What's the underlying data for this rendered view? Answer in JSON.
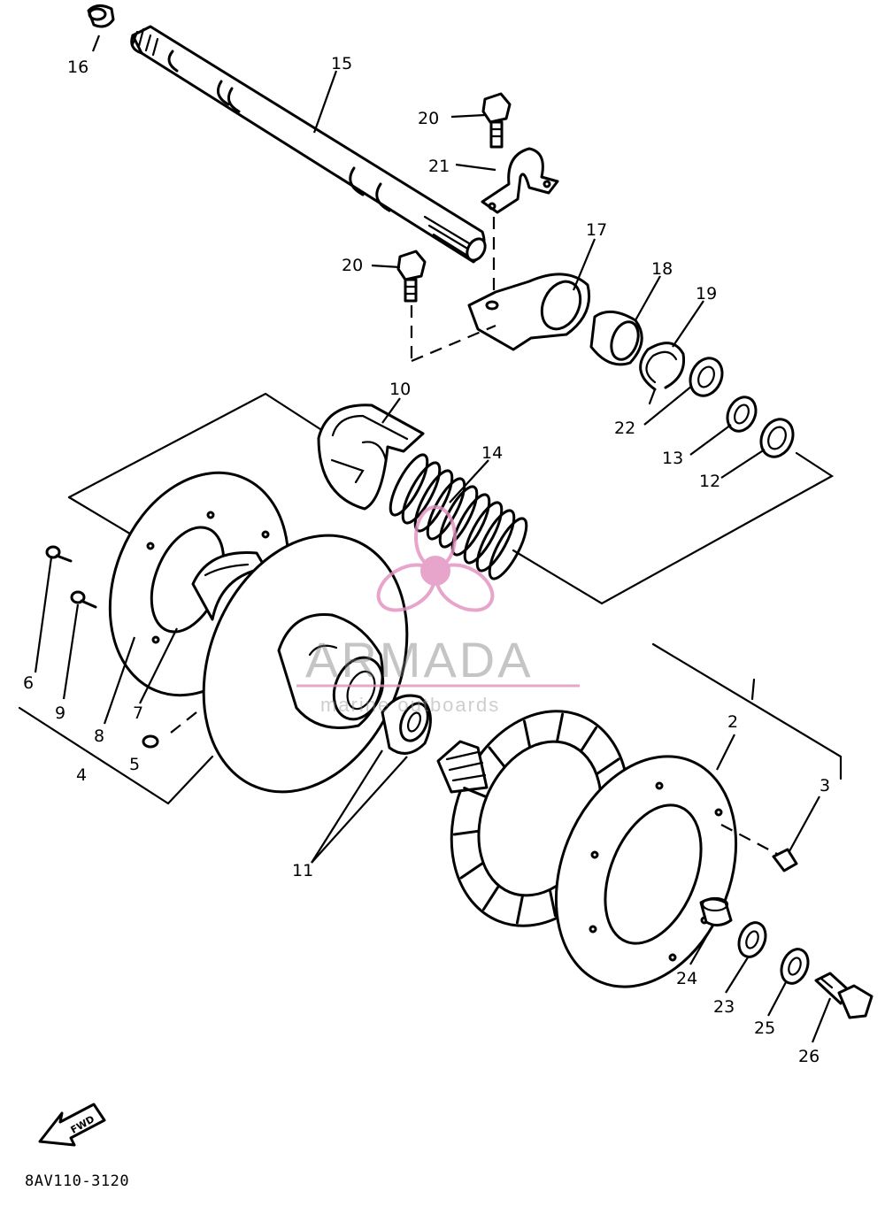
{
  "diagram": {
    "callouts": [
      {
        "id": "c2",
        "label": "2"
      },
      {
        "id": "c3",
        "label": "3"
      },
      {
        "id": "c4",
        "label": "4"
      },
      {
        "id": "c5",
        "label": "5"
      },
      {
        "id": "c6",
        "label": "6"
      },
      {
        "id": "c7",
        "label": "7"
      },
      {
        "id": "c8",
        "label": "8"
      },
      {
        "id": "c9",
        "label": "9"
      },
      {
        "id": "c10",
        "label": "10"
      },
      {
        "id": "c11",
        "label": "11"
      },
      {
        "id": "c12",
        "label": "12"
      },
      {
        "id": "c13",
        "label": "13"
      },
      {
        "id": "c14",
        "label": "14"
      },
      {
        "id": "c15",
        "label": "15"
      },
      {
        "id": "c16",
        "label": "16"
      },
      {
        "id": "c17",
        "label": "17"
      },
      {
        "id": "c18",
        "label": "18"
      },
      {
        "id": "c19",
        "label": "19"
      },
      {
        "id": "c20a",
        "label": "20"
      },
      {
        "id": "c20b",
        "label": "20"
      },
      {
        "id": "c21",
        "label": "21"
      },
      {
        "id": "c22",
        "label": "22"
      },
      {
        "id": "c23",
        "label": "23"
      },
      {
        "id": "c24",
        "label": "24"
      },
      {
        "id": "c25",
        "label": "25"
      },
      {
        "id": "c26",
        "label": "26"
      }
    ],
    "forward_arrow_text": "FWD",
    "drawing_code": "8AV110-3120"
  },
  "watermark": {
    "brand": "ARMADA",
    "tagline": "marine outboards",
    "logo_color": "#e38fbf"
  }
}
